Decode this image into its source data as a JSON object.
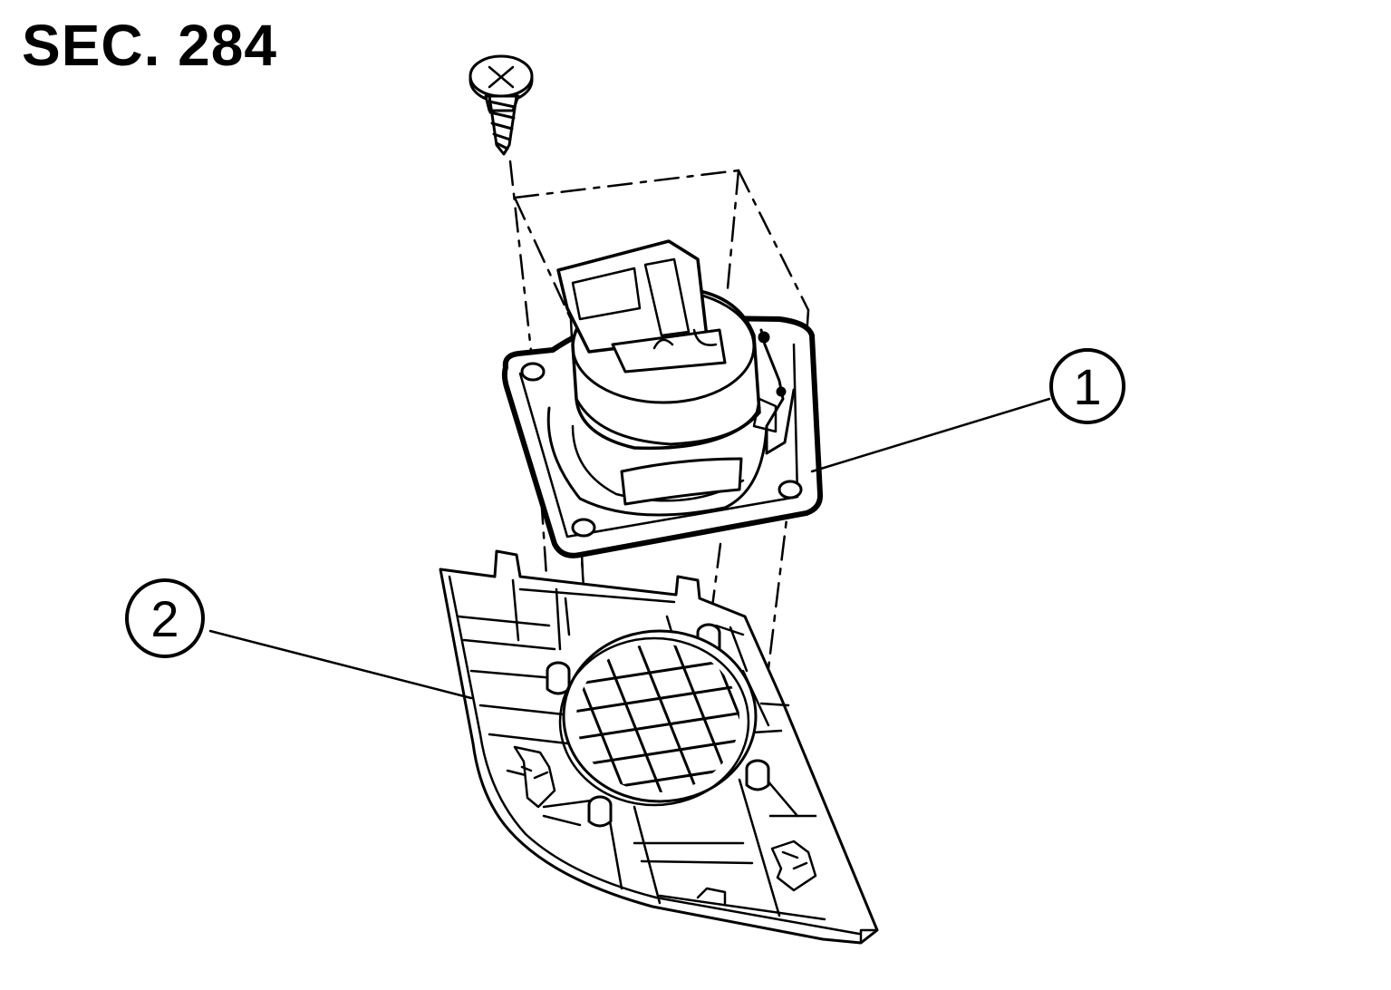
{
  "header": {
    "section_code": "SEC. 284"
  },
  "callouts": [
    {
      "id": "callout-1",
      "number": "1"
    },
    {
      "id": "callout-2",
      "number": "2"
    }
  ],
  "colors": {
    "line": "#000000",
    "background": "#ffffff"
  }
}
